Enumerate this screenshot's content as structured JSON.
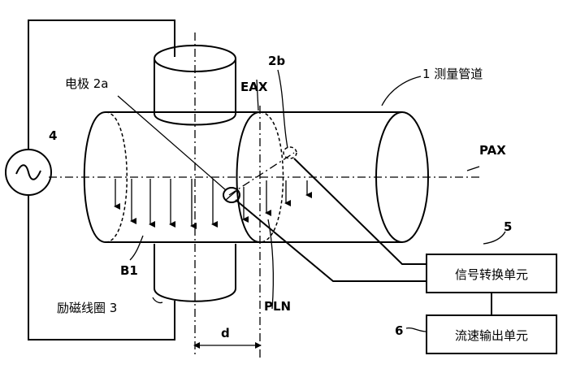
{
  "labels": {
    "pipe": "1 测量管道",
    "electrode_a": "电极 2a",
    "electrode_b": "2b",
    "eax": "EAX",
    "pax": "PAX",
    "pln": "PLN",
    "b1": "B1",
    "coil": "励磁线圈 3",
    "power": "4",
    "converter_num": "5",
    "output_num": "6",
    "distance": "d"
  },
  "boxes": {
    "converter": "信号转换单元",
    "output": "流速输出单元"
  }
}
